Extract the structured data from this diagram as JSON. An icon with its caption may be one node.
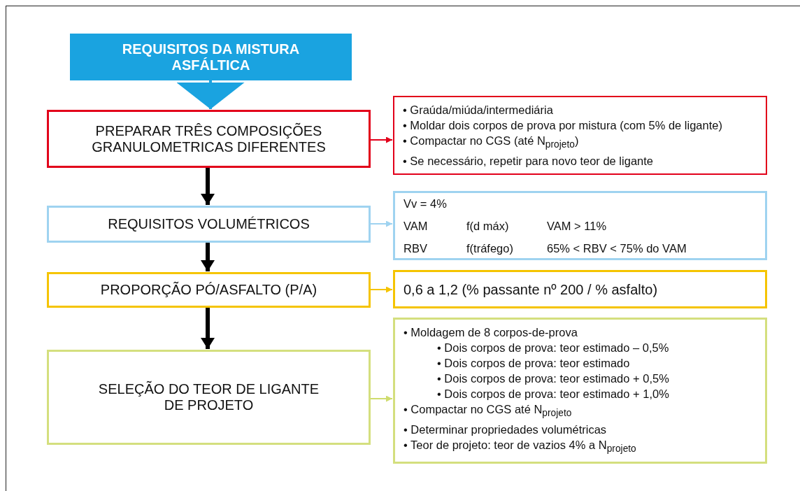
{
  "diagram": {
    "nodes": [
      {
        "text": [
          "REQUISITOS DA MISTURA ASFÁLTICA"
        ]
      },
      {
        "text": [
          "PREPARAR TRÊS COMPOSIÇÕES GRANULOMETRICAS DIFERENTES"
        ]
      },
      {
        "text": [
          "• Graúda/miúda/intermediária",
          "• Moldar dois corpos de prova por mistura (com 5% de ligante)",
          "• Compactar no CGS (até N$_{projeto}$)",
          "• Se necessário, repetir para novo teor de ligante"
        ]
      },
      {
        "text": [
          "REQUISITOS VOLUMÉTRICOS"
        ]
      },
      {
        "text": [
          "Vv = 4%",
          "VAM",
          "f(d máx)",
          "VAM > 11%",
          "RBV",
          "f(tráfego)",
          "65% < RBV < 75% do VAM"
        ]
      },
      {
        "text": [
          "PROPORÇÃO PÓ/ASFALTO (P/A)"
        ]
      },
      {
        "text": [
          "0,6 a 1,2 (% passante nº 200 / % asfalto)"
        ]
      },
      {
        "text": [
          "SELEÇÃO DO TEOR DE LIGANTE DE PROJETO"
        ]
      },
      {
        "text": [
          "• Moldagem de 8 corpos-de-prova",
          "• Dois corpos de prova: teor estimado – 0,5%",
          "• Dois corpos de prova: teor estimado",
          "• Dois corpos de prova: teor estimado + 0,5%",
          "• Dois corpos de prova: teor estimado + 1,0%",
          "• Compactar no CGS até N$_{projeto}$",
          "• Determinar propriedades volumétricas",
          "• Teor de projeto: teor de vazios 4% a N$_{projeto}$"
        ]
      }
    ],
    "edges": [
      {
        "from": 0,
        "to": 1,
        "arrow": "to",
        "style": "thick",
        "color": "#1aa3e0"
      },
      {
        "from": 1,
        "to": 2,
        "arrow": "to",
        "color": "#e2001a"
      },
      {
        "from": 1,
        "to": 3,
        "arrow": "to",
        "style": "thick"
      },
      {
        "from": 3,
        "to": 4,
        "arrow": "to",
        "color": "#9fd3f0"
      },
      {
        "from": 3,
        "to": 5,
        "arrow": "to",
        "style": "thick"
      },
      {
        "from": 5,
        "to": 6,
        "arrow": "to",
        "color": "#f5c400"
      },
      {
        "from": 5,
        "to": 7,
        "arrow": "to",
        "style": "thick"
      },
      {
        "from": 7,
        "to": 8,
        "arrow": "to",
        "color": "#cfdc6e"
      }
    ]
  }
}
